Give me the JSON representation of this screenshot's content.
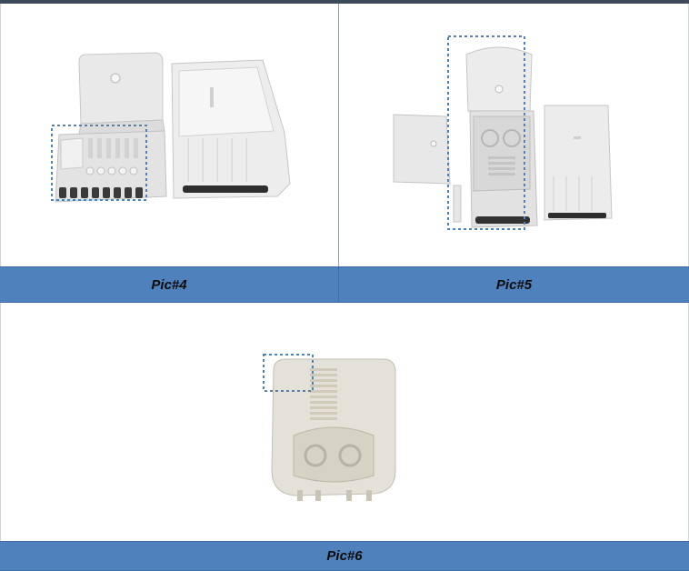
{
  "figures": [
    {
      "caption": "Pic#4",
      "illustration": "fiber-terminal-box-open-cover"
    },
    {
      "caption": "Pic#5",
      "illustration": "fiber-terminal-box-exploded"
    },
    {
      "caption": "Pic#6",
      "illustration": "splice-tray"
    }
  ],
  "colors": {
    "caption_bar": "#4f81bd",
    "highlight_box": "#4f81bd",
    "product_body": "#ececec"
  }
}
